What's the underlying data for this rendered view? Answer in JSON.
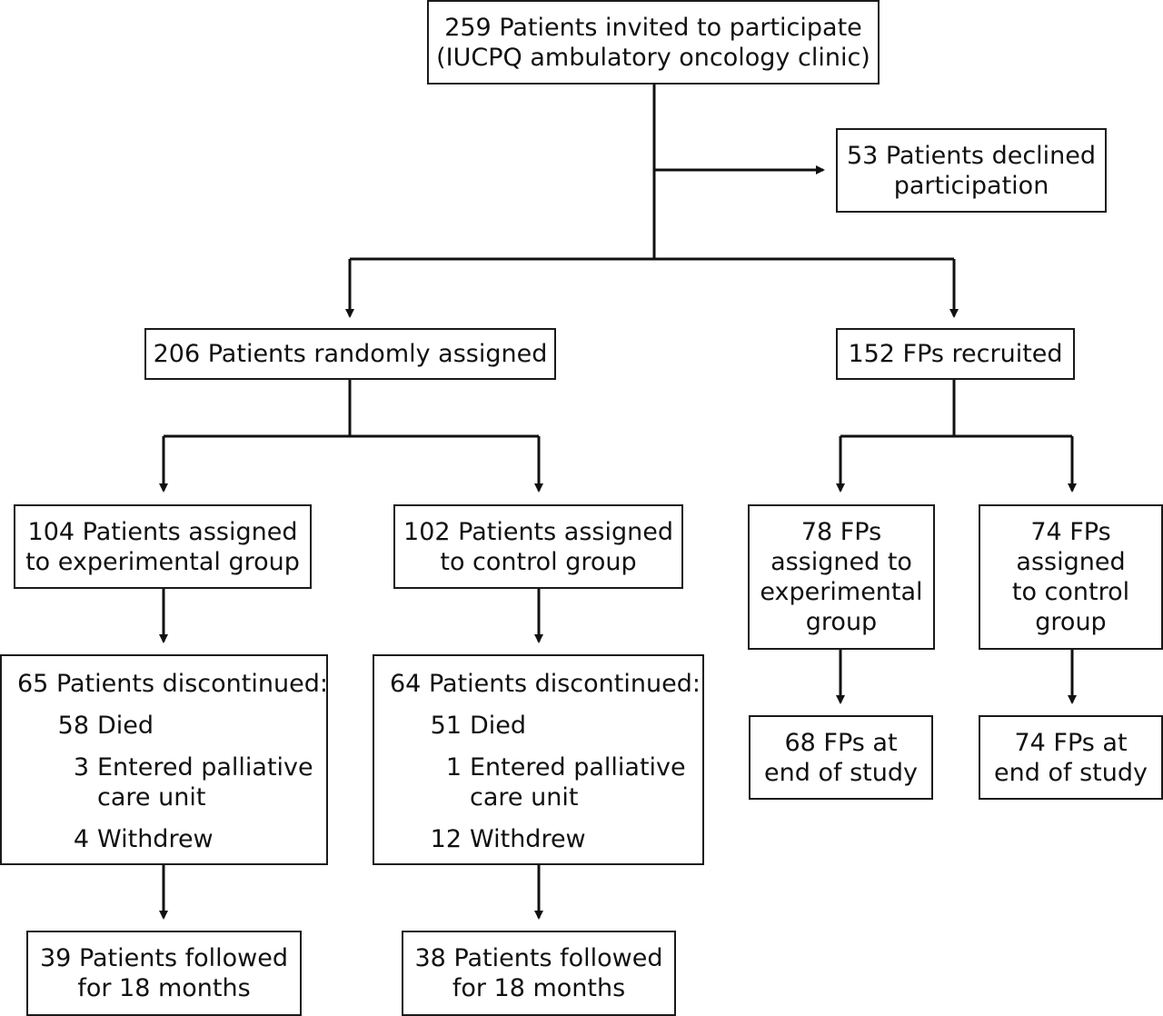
{
  "invited": {
    "line1": "259 Patients invited to participate",
    "line2": "(IUCPQ ambulatory oncology clinic)"
  },
  "declined": {
    "line1": "53 Patients declined",
    "line2": "participation"
  },
  "randomized": {
    "label": "206 Patients randomly assigned"
  },
  "fps_recruited": {
    "label": "152 FPs recruited"
  },
  "exp_patients": {
    "line1": "104 Patients assigned",
    "line2": "to experimental group"
  },
  "ctrl_patients": {
    "line1": "102 Patients assigned",
    "line2": "to control group"
  },
  "exp_fps": {
    "line1": "78 FPs",
    "line2": "assigned to",
    "line3": "experimental",
    "line4": "group"
  },
  "ctrl_fps": {
    "line1": "74 FPs",
    "line2": "assigned",
    "line3": "to control",
    "line4": "group"
  },
  "exp_discontinued": {
    "header": "65 Patients discontinued:",
    "items": [
      {
        "num": "58",
        "line1": "Died",
        "line2": ""
      },
      {
        "num": "3",
        "line1": "Entered palliative",
        "line2": "care unit"
      },
      {
        "num": "4",
        "line1": "Withdrew",
        "line2": ""
      }
    ]
  },
  "ctrl_discontinued": {
    "header": "64 Patients discontinued:",
    "items": [
      {
        "num": "51",
        "line1": "Died",
        "line2": ""
      },
      {
        "num": "1",
        "line1": "Entered palliative",
        "line2": "care unit"
      },
      {
        "num": "12",
        "line1": "Withdrew",
        "line2": ""
      }
    ]
  },
  "exp_fps_end": {
    "line1": "68 FPs at",
    "line2": "end of study"
  },
  "ctrl_fps_end": {
    "line1": "74 FPs at",
    "line2": "end of study"
  },
  "exp_followed": {
    "line1": "39 Patients followed",
    "line2": "for 18 months"
  },
  "ctrl_followed": {
    "line1": "38 Patients followed",
    "line2": "for 18 months"
  }
}
